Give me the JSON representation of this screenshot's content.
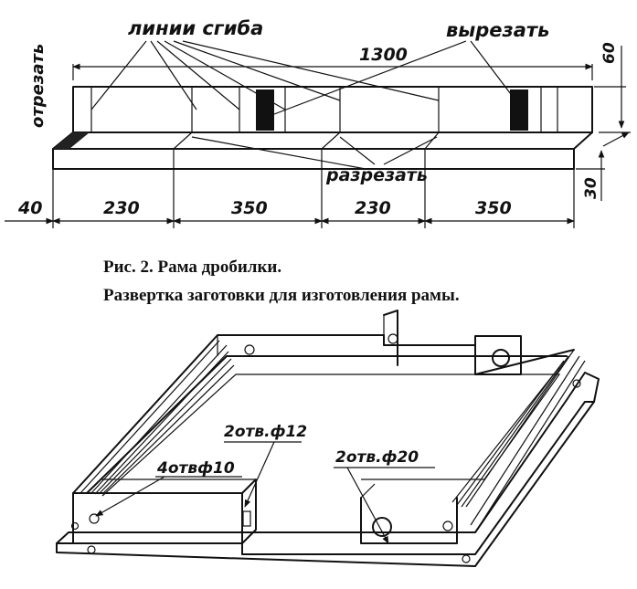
{
  "top": {
    "labels": {
      "bend_lines": "линии сгиба",
      "cut_out": "вырезать",
      "cut_off": "отрезать",
      "slit": "разрезать"
    },
    "dims": {
      "total": "1300",
      "height": "60",
      "flange": "30",
      "segments": [
        "40",
        "230",
        "350",
        "230",
        "350"
      ]
    }
  },
  "caption": {
    "title": "Рис. 2. Рама дробилки.",
    "subtitle": "Развертка заготовки для изготовления рамы."
  },
  "bottom": {
    "labels": {
      "holes12": "2отв.ф12",
      "holes10": "4отвф10",
      "holes20": "2отв.ф20"
    }
  }
}
